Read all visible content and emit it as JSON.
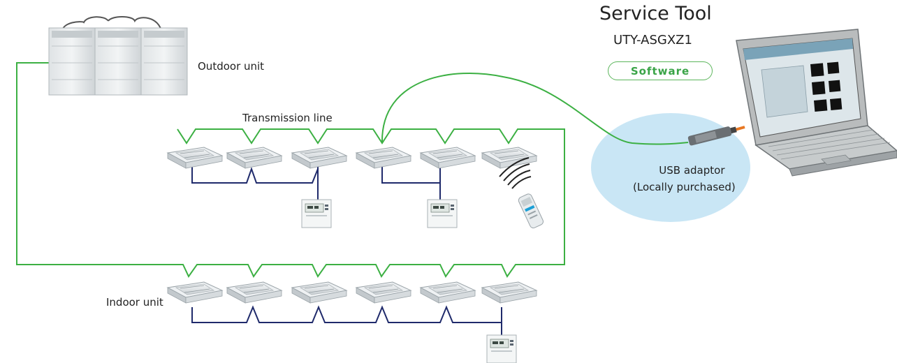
{
  "service_tool": {
    "title": "Service Tool",
    "model": "UTY-ASGXZ1",
    "software_badge": "Software"
  },
  "labels": {
    "outdoor_unit": "Outdoor unit",
    "transmission_line": "Transmission line",
    "indoor_unit": "Indoor unit",
    "usb_adaptor": "USB adaptor",
    "usb_adaptor_note": "(Locally purchased)"
  },
  "colors": {
    "transmission_line": "#3cb043",
    "remote_wiring": "#1f2a6b",
    "usb_bubble": "#c9e6f5",
    "badge_text": "#3aa447",
    "usb_cable_tip": "#e87722"
  },
  "components": {
    "outdoor_modules": 3,
    "indoor_units_upper_row": 6,
    "indoor_units_lower_row": 6,
    "wired_remote_controllers": 3,
    "wireless_remote_controllers": 1
  }
}
